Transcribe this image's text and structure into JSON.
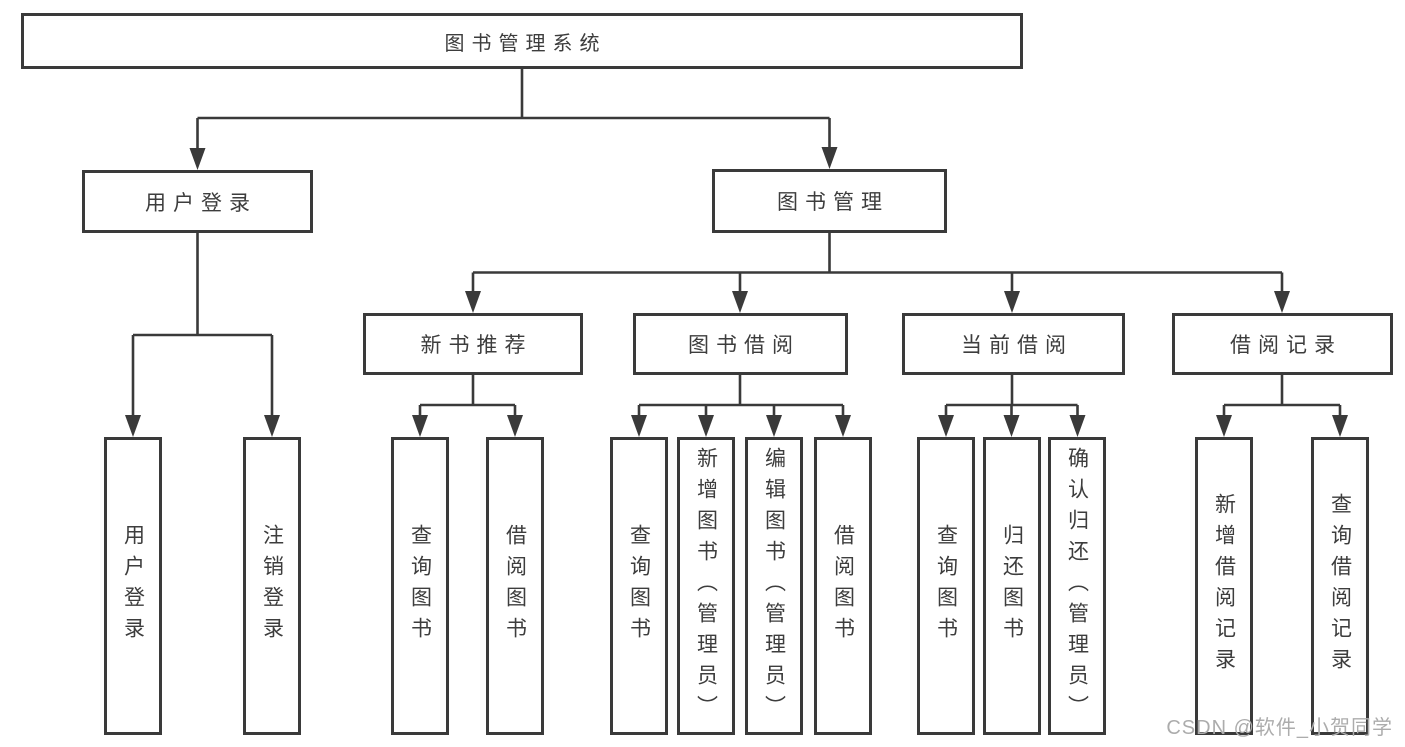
{
  "diagram": {
    "root": {
      "label": "图书管理系统"
    },
    "nodes": [
      {
        "label": "用户登录",
        "children": [
          {
            "label": "用户登录"
          },
          {
            "label": "注销登录"
          }
        ]
      },
      {
        "label": "图书管理",
        "children": [
          {
            "label": "新书推荐",
            "children": [
              {
                "label": "查询图书"
              },
              {
                "label": "借阅图书"
              }
            ]
          },
          {
            "label": "图书借阅",
            "children": [
              {
                "label": "查询图书"
              },
              {
                "label": "新增图书（管理员）"
              },
              {
                "label": "编辑图书（管理员）"
              },
              {
                "label": "借阅图书"
              }
            ]
          },
          {
            "label": "当前借阅",
            "children": [
              {
                "label": "查询图书"
              },
              {
                "label": "归还图书"
              },
              {
                "label": "确认归还（管理员）"
              }
            ]
          },
          {
            "label": "借阅记录",
            "children": [
              {
                "label": "新增借阅记录"
              },
              {
                "label": "查询借阅记录"
              }
            ]
          }
        ]
      }
    ]
  },
  "watermark": {
    "label": "CSDN @软件_小贺同学"
  },
  "colors": {
    "line": "#3a3a3a",
    "text": "#3d3d3d",
    "box_background": "#ffffff",
    "page_background": "#ffffff",
    "watermark_text": "#acacac"
  }
}
